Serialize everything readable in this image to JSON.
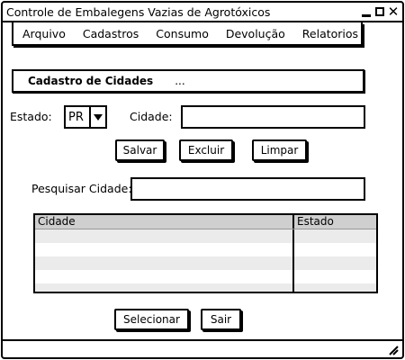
{
  "window": {
    "title": "Controle de Embalegens Vazias de Agrotóxicos",
    "close_glyph": "✕"
  },
  "menu": {
    "items": [
      "Arquivo",
      "Cadastros",
      "Consumo",
      "Devolução",
      "Relatorios"
    ]
  },
  "section": {
    "title": "Cadastro de Cidades",
    "ellipsis": "..."
  },
  "form": {
    "estado_label": "Estado:",
    "estado_value": "PR",
    "cidade_label": "Cidade:",
    "cidade_value": "",
    "search_label": "Pesquisar Cidade:",
    "search_value": ""
  },
  "buttons": {
    "salvar": "Salvar",
    "excluir": "Excluir",
    "limpar": "Limpar",
    "selecionar": "Selecionar",
    "sair": "Sair"
  },
  "table": {
    "columns": [
      "Cidade",
      "Estado"
    ]
  }
}
